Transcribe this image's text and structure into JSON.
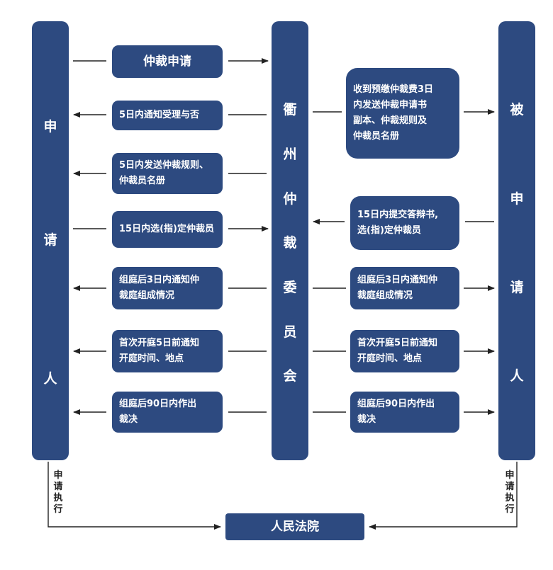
{
  "columns": {
    "applicant": [
      "申",
      "请",
      "人"
    ],
    "commission": [
      "衢",
      "州",
      "仲",
      "裁",
      "委",
      "员",
      "会"
    ],
    "respondent": [
      "被",
      "申",
      "请",
      "人"
    ]
  },
  "left_boxes": [
    "仲裁申请",
    "5日内通知受理与否",
    "5日内发送仲裁规则、\n仲裁员名册",
    "15日内选(指)定仲裁员",
    "组庭后3日内通知仲\n裁庭组成情况",
    "首次开庭5日前通知\n开庭时间、地点",
    "组庭后90日内作出\n裁决"
  ],
  "right_boxes": [
    "收到预缴仲裁费3日\n内发送仲裁申请书\n副本、仲裁规则及\n仲裁员名册",
    "15日内提交答辩书,\n选(指)定仲裁员",
    "组庭后3日内通知仲\n裁庭组成情况",
    "首次开庭5日前通知\n开庭时间、地点",
    "组庭后90日内作出\n裁决"
  ],
  "execution_label_left": "申请执行",
  "execution_label_right": "申请执行",
  "court": "人民法院",
  "colors": {
    "box": "#2d4a80",
    "line": "#222222"
  }
}
